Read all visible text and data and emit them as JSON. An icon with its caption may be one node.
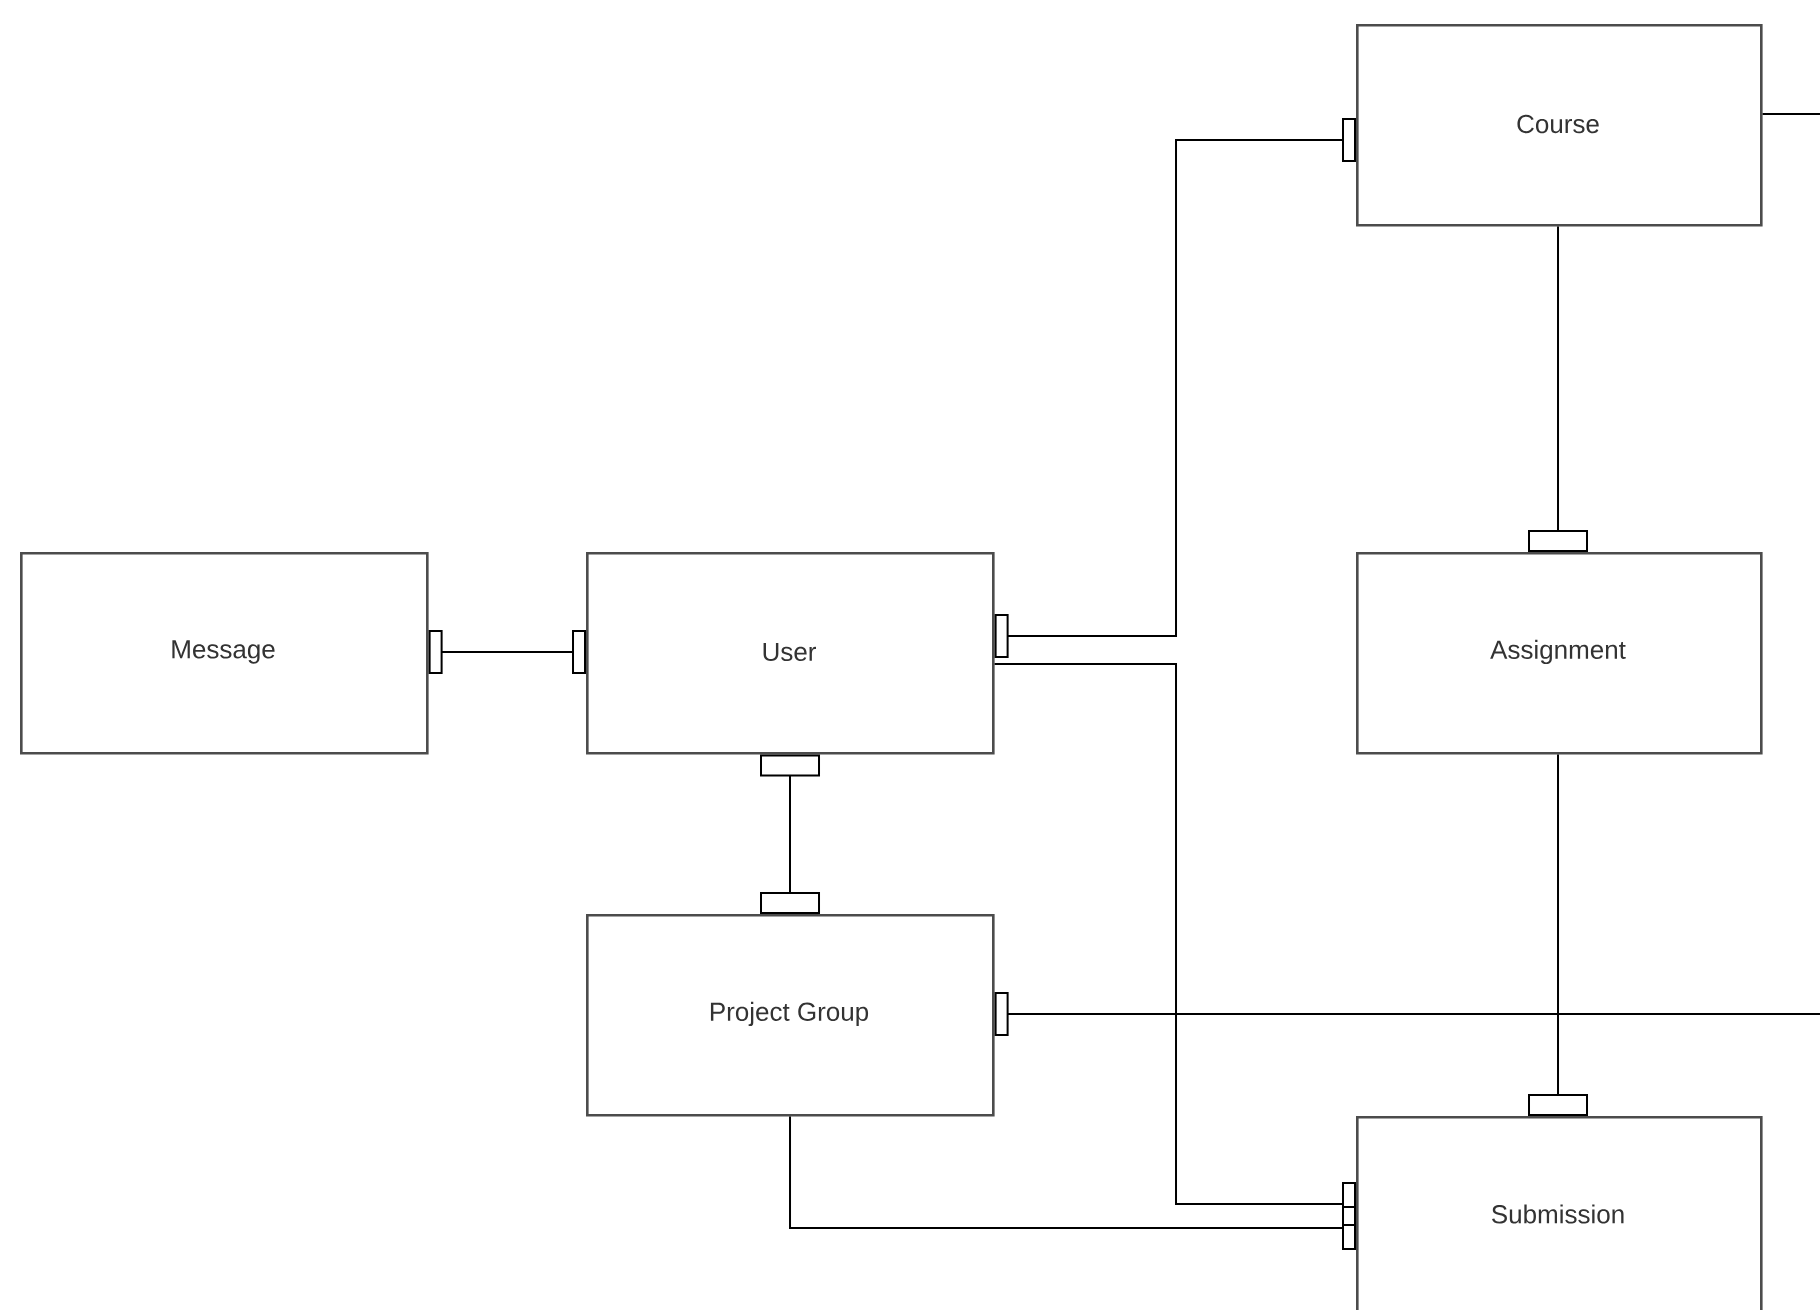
{
  "diagram": {
    "nodes": [
      {
        "text": [
          "Course"
        ]
      },
      {
        "text": [
          "Message"
        ]
      },
      {
        "text": [
          "User"
        ]
      },
      {
        "text": [
          "Assignment"
        ]
      },
      {
        "text": [
          "Project Group"
        ]
      },
      {
        "text": [
          "Submission"
        ]
      }
    ],
    "edges": [
      {
        "from": 1,
        "to": 2,
        "arrow": "other"
      },
      {
        "from": 2,
        "to": 4,
        "arrow": "other"
      },
      {
        "from": 2,
        "to": 0,
        "arrow": "other"
      },
      {
        "from": 2,
        "to": 5,
        "arrow": "other"
      },
      {
        "from": 4,
        "to": 5,
        "arrow": "other"
      },
      {
        "from": 0,
        "to": 3,
        "arrow": "other"
      },
      {
        "from": 3,
        "to": 5,
        "arrow": "other"
      },
      {
        "from": 0,
        "to": null,
        "arrow": "none"
      },
      {
        "from": 4,
        "to": null,
        "arrow": "other"
      }
    ]
  }
}
